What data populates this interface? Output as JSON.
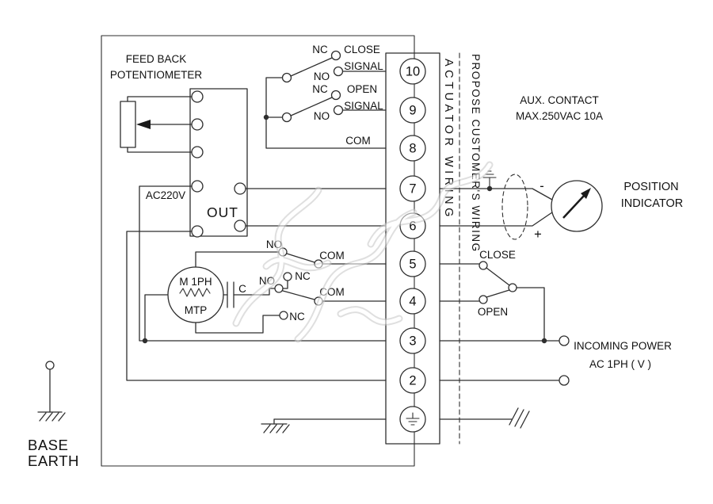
{
  "diagram": {
    "feedback": {
      "line1": "FEED BACK",
      "line2": "POTENTIOMETER"
    },
    "close_signal": {
      "nc": "NC",
      "no": "NO",
      "label1": "CLOSE",
      "label2": "SIGNAL"
    },
    "open_signal": {
      "nc": "NC",
      "no": "NO",
      "label1": "OPEN",
      "label2": "SIGNAL"
    },
    "com": "COM",
    "ac220v": "AC220V",
    "out": "OUT",
    "terminals": [
      "10",
      "9",
      "8",
      "7",
      "6",
      "5",
      "4",
      "3",
      "2"
    ],
    "actuator_wiring": "ACTUATOR WIRING",
    "customer_wiring": "PROPOSE CUSTOMER'S WIRING",
    "aux_contact": {
      "line1": "AUX. CONTACT",
      "line2": "MAX.250VAC 10A"
    },
    "position_indicator": {
      "line1": "POSITION",
      "line2": "INDICATOR",
      "minus": "-",
      "plus": "+"
    },
    "close_switch": "CLOSE",
    "open_switch": "OPEN",
    "incoming_power": {
      "line1": "INCOMING POWER",
      "line2": "AC 1PH ( V )"
    },
    "motor": {
      "label": "M 1PH",
      "mtp": "MTP",
      "cap": "C"
    },
    "motor_switch_upper": {
      "no": "NO",
      "com": "COM",
      "nc": "NC"
    },
    "motor_switch_lower": {
      "no": "NO",
      "com": "COM",
      "nc": "NC"
    },
    "base_earth": {
      "line1": "BASE",
      "line2": "EARTH"
    }
  },
  "colors": {
    "line": "#2e2e2e",
    "text": "#111111",
    "watermark": "#c6c6c6",
    "background": "#ffffff"
  }
}
